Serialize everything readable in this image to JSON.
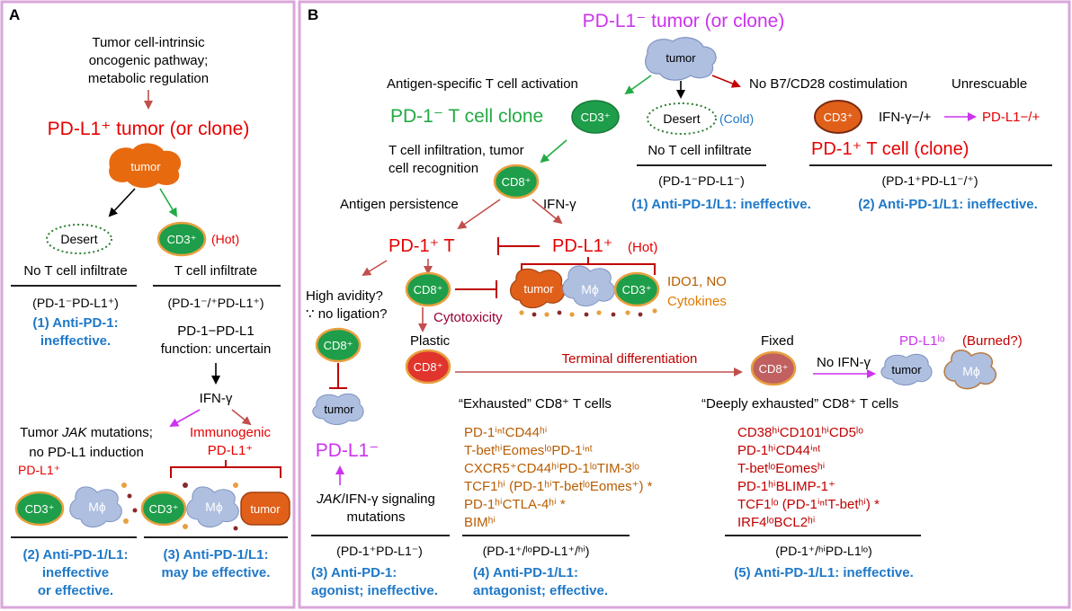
{
  "colors": {
    "frame": "#d9a6d9",
    "red": "#e60000",
    "darkred": "#c00000",
    "green": "#22aa44",
    "blue": "#1e78c8",
    "orange": "#b85c00",
    "lightorange": "#e07a00",
    "magenta": "#cc33ee",
    "arrowred": "#c0504d",
    "cellgreen": "#1e9e4a",
    "cellred": "#e0342c",
    "tumor": "#e86a0f",
    "macro": "#aebfe0",
    "maroon": "#990033",
    "teal": "#3a8a4a"
  },
  "panelA": {
    "letter": "A",
    "intrinsic": [
      "Tumor cell-intrinsic",
      "oncogenic pathway;",
      "metabolic regulation"
    ],
    "pdl1_tumor_title": "PD-L1⁺ tumor (or clone)",
    "tumor": "tumor",
    "desert": "Desert",
    "cd3": "CD3⁺",
    "hot": "(Hot)",
    "no_infiltrate": "No T cell infiltrate",
    "infiltrate": "T cell infiltrate",
    "pheno1": "(PD-1⁻PD-L1⁺)",
    "pheno2": "(PD-1⁻/⁺PD-L1⁺)",
    "outcome1": [
      "(1) Anti-PD-1:",
      "ineffective."
    ],
    "function": [
      "PD-1−PD-L1",
      "function: uncertain"
    ],
    "ifng": "IFN-γ",
    "jak": [
      "Tumor JAK mutations;",
      "no PD-L1 induction"
    ],
    "immunogenic": [
      "Immunogenic",
      "PD-L1⁺"
    ],
    "pdl1_plus": "PD-L1⁺",
    "macro": "Mϕ",
    "outcome2": [
      "(2) Anti-PD-1/L1:",
      "ineffective",
      "or effective."
    ],
    "outcome3": [
      "(3) Anti-PD-1/L1:",
      "may be effective."
    ]
  },
  "panelB": {
    "letter": "B",
    "title": "PD-L1⁻ tumor (or clone)",
    "tumor": "tumor",
    "ag_activation": "Antigen-specific T cell activation",
    "no_b7": "No B7/CD28 costimulation",
    "unrescuable": "Unrescuable",
    "pd1neg_clone": "PD-1⁻ T cell clone",
    "cd3": "CD3⁺",
    "desert": "Desert",
    "cold": "(Cold)",
    "ifng_pm": "IFN-γ−/+",
    "pdl1_pm": "PD-L1−/+",
    "pd1pos_clone": "PD-1⁺ T cell (clone)",
    "infiltration": [
      "T cell infiltration, tumor",
      "cell recognition"
    ],
    "no_infiltrate": "No T cell infiltrate",
    "pheno_b1": "(PD-1⁻PD-L1⁻)",
    "pheno_b2": "(PD-1⁺PD-L1⁻/⁺)",
    "outcome_b1": "(1) Anti-PD-1/L1: ineffective.",
    "outcome_b2": "(2) Anti-PD-1/L1: ineffective.",
    "cd8": "CD8⁺",
    "ag_persistence": "Antigen persistence",
    "ifng": "IFN-γ",
    "pd1_t": "PD-1⁺ T",
    "pdl1_hot": "PD-L1⁺",
    "hot": "(Hot)",
    "avidity": [
      "High avidity?",
      "∵ no ligation?"
    ],
    "macro": "Mϕ",
    "ido": "IDO1, NO",
    "cytokines": "Cytokines",
    "cytotoxicity": "Cytotoxicity",
    "plastic": "Plastic",
    "fixed": "Fixed",
    "terminal": "Terminal differentiation",
    "no_ifng": "No IFN-γ",
    "pdl1lo": "PD-L1ˡᵒ",
    "burned": "(Burned?)",
    "exhausted": "“Exhausted” CD8⁺ T cells",
    "deeply": "“Deeply exhausted” CD8⁺ T cells",
    "pdl1neg": "PD-L1⁻",
    "jak": [
      "JAK/IFN-γ signaling",
      "mutations"
    ],
    "exh_markers": [
      "PD-1ⁱⁿᵗCD44ʰⁱ",
      "T-betʰⁱEomesˡᵒPD-1ⁱⁿᵗ",
      "CXCR5⁺CD44ʰⁱPD-1ˡᵒTIM-3ˡᵒ",
      "TCF1ʰⁱ (PD-1ʰⁱT-betˡᵒEomes⁺) *",
      "PD-1ʰⁱCTLA-4ʰⁱ *",
      "BIMʰⁱ"
    ],
    "deep_markers": [
      "CD38ʰⁱCD101ʰⁱCD5ˡᵒ",
      "PD-1ʰⁱCD44ⁱⁿᵗ",
      "T-betˡᵒEomesʰⁱ",
      "PD-1ʰⁱBLIMP-1⁺",
      "TCF1ˡᵒ (PD-1ⁱⁿᵗT-betʰⁱ) *",
      "IRF4ˡᵒBCL2ʰⁱ"
    ],
    "pheno_b3": "(PD-1⁺PD-L1⁻)",
    "pheno_b4": "(PD-1⁺/ˡᵒPD-L1⁺/ʰⁱ)",
    "pheno_b5": "(PD-1⁺/ʰⁱPD-L1ˡᵒ)",
    "outcome_b3": [
      "(3) Anti-PD-1:",
      "agonist; ineffective."
    ],
    "outcome_b4": [
      "(4) Anti-PD-1/L1:",
      "antagonist; effective."
    ],
    "outcome_b5": "(5) Anti-PD-1/L1: ineffective."
  }
}
